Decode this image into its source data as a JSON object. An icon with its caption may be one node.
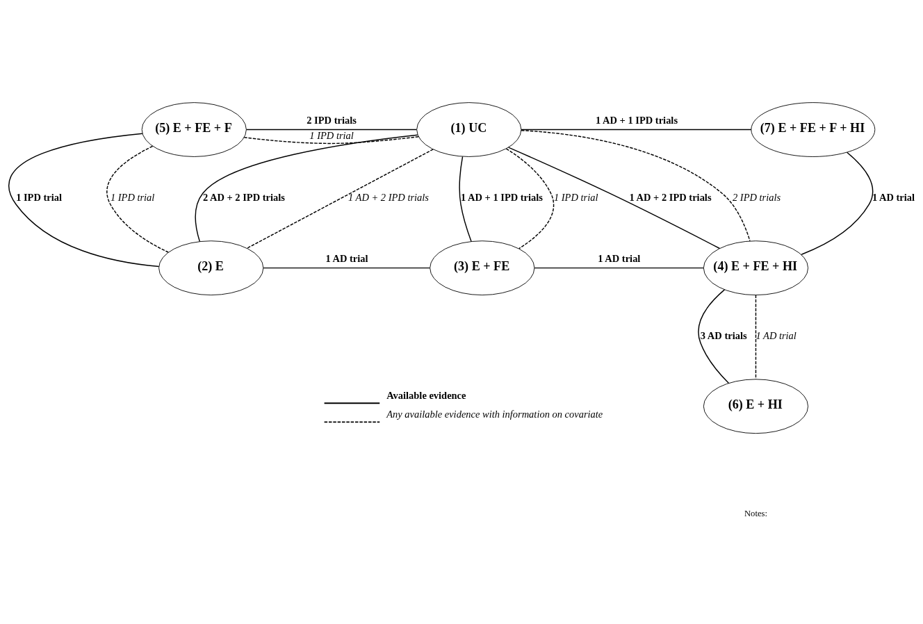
{
  "diagram": {
    "nodes": [
      {
        "text": [
          "(5) E + FE + F"
        ]
      },
      {
        "text": [
          "(1) UC"
        ]
      },
      {
        "text": [
          "(7) E + FE + F + HI"
        ]
      },
      {
        "text": [
          "(2) E"
        ]
      },
      {
        "text": [
          "(3) E + FE"
        ]
      },
      {
        "text": [
          "(4) E + FE + HI"
        ]
      },
      {
        "text": [
          "(6) E + HI"
        ]
      }
    ],
    "edges": [
      {
        "from": 0,
        "to": 1,
        "arrow": "none",
        "label": "2 IPD trials"
      },
      {
        "from": 0,
        "to": 1,
        "arrow": "none",
        "label": "1 IPD trial",
        "style": "dashed"
      },
      {
        "from": 1,
        "to": 2,
        "arrow": "none",
        "label": "1 AD + 1 IPD trials"
      },
      {
        "from": 0,
        "to": 3,
        "arrow": "none",
        "label": "1 IPD trial"
      },
      {
        "from": 0,
        "to": 3,
        "arrow": "none",
        "label": "1 IPD trial",
        "style": "dashed"
      },
      {
        "from": 1,
        "to": 3,
        "arrow": "none",
        "label": "2 AD + 2 IPD trials"
      },
      {
        "from": 1,
        "to": 3,
        "arrow": "none",
        "label": "1 AD + 2 IPD trials",
        "style": "dashed"
      },
      {
        "from": 1,
        "to": 4,
        "arrow": "none",
        "label": "1 AD + 1 IPD trials"
      },
      {
        "from": 1,
        "to": 4,
        "arrow": "none",
        "label": "1 IPD trial",
        "style": "dashed"
      },
      {
        "from": 1,
        "to": 5,
        "arrow": "none",
        "label": "1 AD + 2 IPD trials"
      },
      {
        "from": 1,
        "to": 5,
        "arrow": "none",
        "label": "2 IPD trials",
        "style": "dashed"
      },
      {
        "from": 2,
        "to": 5,
        "arrow": "none",
        "label": "1 AD trial"
      },
      {
        "from": 3,
        "to": 4,
        "arrow": "none",
        "label": "1 AD trial"
      },
      {
        "from": 4,
        "to": 5,
        "arrow": "none",
        "label": "1 AD trial"
      },
      {
        "from": 5,
        "to": 6,
        "arrow": "none",
        "label": "3 AD trials"
      },
      {
        "from": 5,
        "to": 6,
        "arrow": "none",
        "label": "1 AD trial",
        "style": "dashed"
      }
    ],
    "labels": [
      "Notes:"
    ],
    "legend": [
      {
        "text": "Available evidence"
      },
      {
        "text": "Any available evidence with information on covariate"
      }
    ]
  }
}
